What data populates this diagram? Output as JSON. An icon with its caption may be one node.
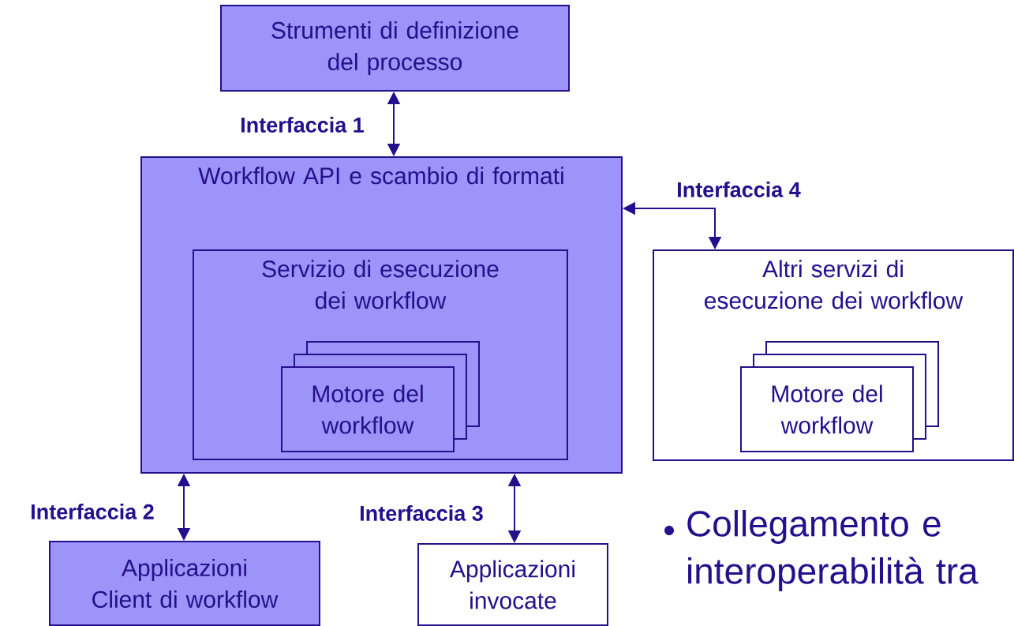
{
  "diagram": {
    "nodes": [
      {
        "text": [
          "Strumenti di definizione del processo"
        ]
      },
      {
        "text": [
          "Workflow API e scambio di formati"
        ]
      },
      {
        "text": [
          "Servizio di esecuzione dei workflow"
        ],
        "in": 1
      },
      {
        "text": [
          "Motore del workflow"
        ],
        "in": 2
      },
      {
        "text": [
          "Altri servizi di esecuzione dei workflow"
        ]
      },
      {
        "text": [
          "Motore del workflow"
        ],
        "in": 4
      },
      {
        "text": [
          "Applicazioni Client di workflow"
        ]
      },
      {
        "text": [
          "Applicazioni invocate"
        ]
      }
    ],
    "edges": [
      {
        "from": 0,
        "to": 1,
        "arrow": "both",
        "label": "Interfaccia 1"
      },
      {
        "from": 1,
        "to": 4,
        "arrow": "both",
        "label": "Interfaccia 4"
      },
      {
        "from": 1,
        "to": 6,
        "arrow": "both",
        "label": "Interfaccia 2"
      },
      {
        "from": 1,
        "to": 7,
        "arrow": "both",
        "label": "Interfaccia 3"
      }
    ],
    "labels": [
      "Collegamento e interoperabilità tra"
    ]
  }
}
